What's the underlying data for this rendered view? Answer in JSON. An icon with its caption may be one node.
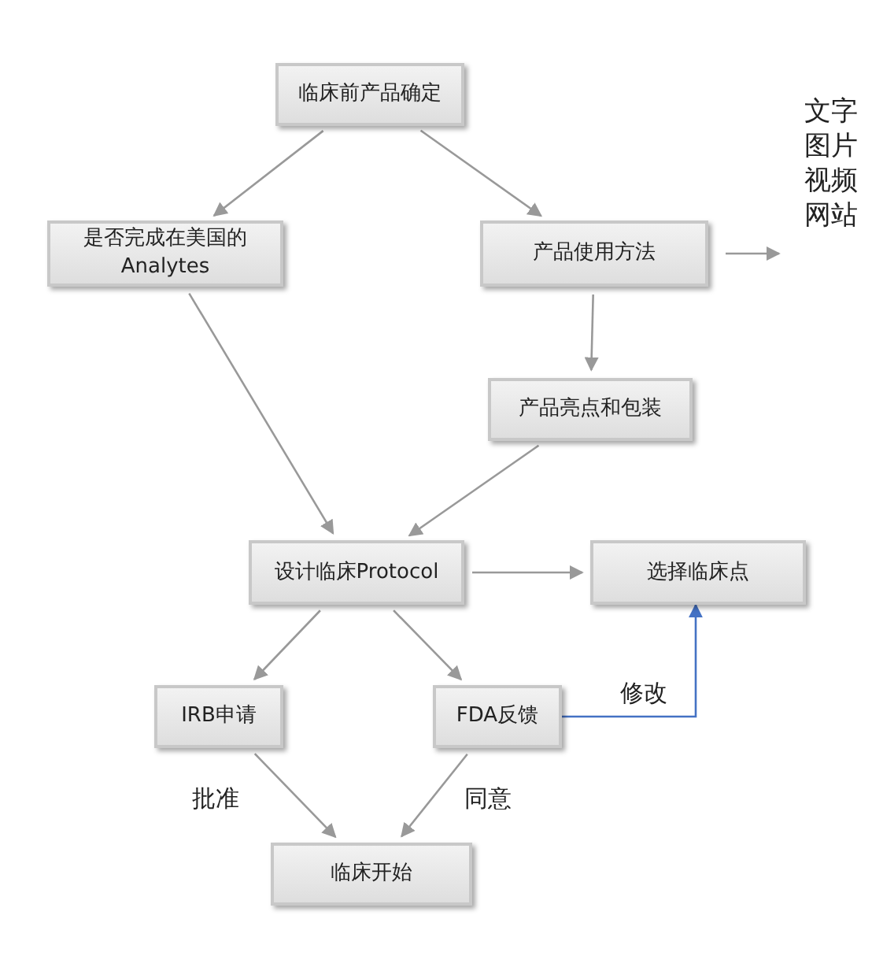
{
  "diagram": {
    "nodes": [
      {
        "text": [
          "临床前产品确定"
        ]
      },
      {
        "text": [
          "是否完成在美国的 Analytes"
        ]
      },
      {
        "text": [
          "产品使用方法"
        ]
      },
      {
        "text": [
          "文字图片视频网站"
        ]
      },
      {
        "text": [
          "产品亮点和包装"
        ]
      },
      {
        "text": [
          "设计临床Protocol"
        ]
      },
      {
        "text": [
          "选择临床点"
        ]
      },
      {
        "text": [
          "IRB申请"
        ]
      },
      {
        "text": [
          "FDA反馈"
        ]
      },
      {
        "text": [
          "临床开始"
        ]
      }
    ],
    "edges": [
      {
        "from": 0,
        "to": 1,
        "arrow": "to"
      },
      {
        "from": 0,
        "to": 2,
        "arrow": "to"
      },
      {
        "from": 2,
        "to": 3,
        "arrow": "to"
      },
      {
        "from": 2,
        "to": 4,
        "arrow": "to"
      },
      {
        "from": 1,
        "to": 5,
        "arrow": "to"
      },
      {
        "from": 4,
        "to": 5,
        "arrow": "to"
      },
      {
        "from": 5,
        "to": 6,
        "arrow": "to"
      },
      {
        "from": 5,
        "to": 7,
        "arrow": "to"
      },
      {
        "from": 5,
        "to": 8,
        "arrow": "to"
      },
      {
        "from": 8,
        "to": 6,
        "arrow": "to",
        "label": "修改",
        "color": "#4472c4"
      },
      {
        "from": 7,
        "to": 9,
        "arrow": "to",
        "label": "批准"
      },
      {
        "from": 8,
        "to": 9,
        "arrow": "to",
        "label": "同意"
      }
    ]
  }
}
